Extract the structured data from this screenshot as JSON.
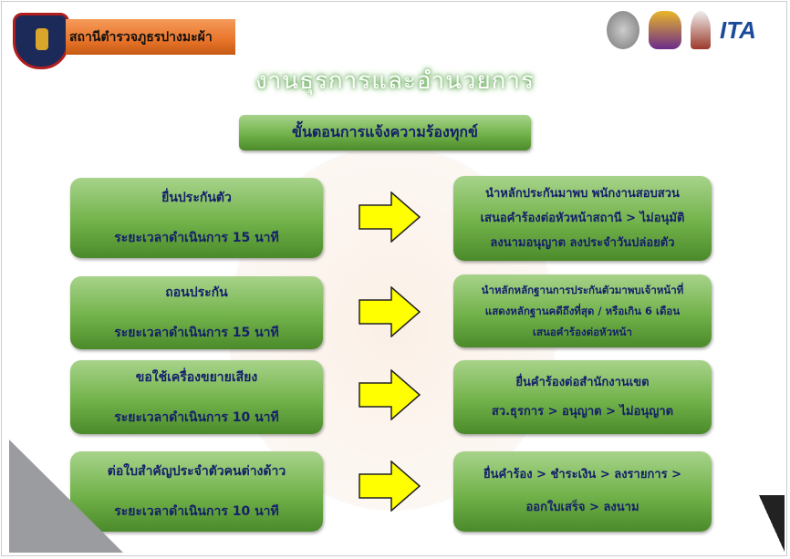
{
  "header": {
    "station_name": "สถานีตำรวจภูธรปางมะผ้า",
    "itap_logo": "ITA"
  },
  "heading": "งานธุรการและอำนวยการ",
  "title": "ขั้นตอนการแจ้งความร้องทุกข์",
  "rows": [
    {
      "left": [
        "ยื่นประกันตัว",
        "ระยะเวลาดำเนินการ 15 นาที"
      ],
      "right": [
        "นำหลักประกันมาพบ พนักงานสอบสวน",
        "เสนอคำร้องต่อหัวหน้าสถานี > ไม่อนุมัติ",
        "ลงนามอนุญาต ลงประจำวันปล่อยตัว"
      ]
    },
    {
      "left": [
        "ถอนประกัน",
        "ระยะเวลาดำเนินการ 15 นาที"
      ],
      "right": [
        "นำหลักหลักฐานการประกันตัวมาพบเจ้าหน้าที่",
        "แสดงหลักฐานคดีถึงที่สุด / หรือเกิน 6 เดือน",
        "เสนอคำร้องต่อหัวหน้า"
      ]
    },
    {
      "left": [
        "ขอใช้เครื่องขยายเสียง",
        "ระยะเวลาดำเนินการ 10 นาที"
      ],
      "right": [
        "ยื่นคำร้องต่อสำนักงานเขต",
        "สว.ธุรการ > อนุญาต > ไม่อนุญาต"
      ]
    },
    {
      "left": [
        "ต่อใบสำคัญประจำตัวคนต่างด้าว",
        "ระยะเวลาดำเนินการ 10 นาที"
      ],
      "right": [
        "ยื่นคำร้อง > ชำระเงิน > ลงรายการ >",
        "ออกใบเสร็จ > ลงนาม"
      ]
    }
  ]
}
